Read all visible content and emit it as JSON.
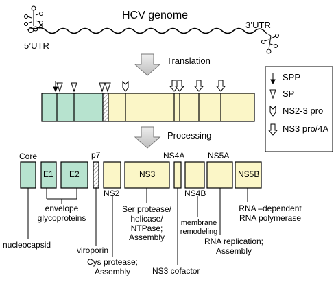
{
  "title": "HCV genome",
  "utr5": "5’UTR",
  "utr3": "3’UTR",
  "translation": "Translation",
  "processing": "Processing",
  "legend": {
    "spp": "SPP",
    "sp": "SP",
    "ns23": "NS2-3 pro",
    "ns3": "NS3 pro/4A"
  },
  "proteins": {
    "core": "Core",
    "e1": "E1",
    "e2": "E2",
    "p7": "p7",
    "ns2": "NS2",
    "ns3": "NS3",
    "ns4a": "NS4A",
    "ns4b": "NS4B",
    "ns5a": "NS5A",
    "ns5b": "NS5B"
  },
  "functions": {
    "envelope": "envelope\nglycoproteins",
    "nucleocapsid": "nucleocapsid",
    "viroporin": "viroporin",
    "cys": "Cys protease;\nAssembly",
    "ser": "Ser protease/\nhelicase/\nNTPase;\nAssembly",
    "cofactor": "NS3 cofactor",
    "membrane": "membrane\nremodeling",
    "rnarep": "RNA replication;\nAssembly",
    "rnapol": "RNA –dependent\nRNA polymerase"
  },
  "colors": {
    "structural": "#b7e3cf",
    "nonstructural": "#fbf6c7",
    "arrow_fill": "#d8d8d8"
  }
}
